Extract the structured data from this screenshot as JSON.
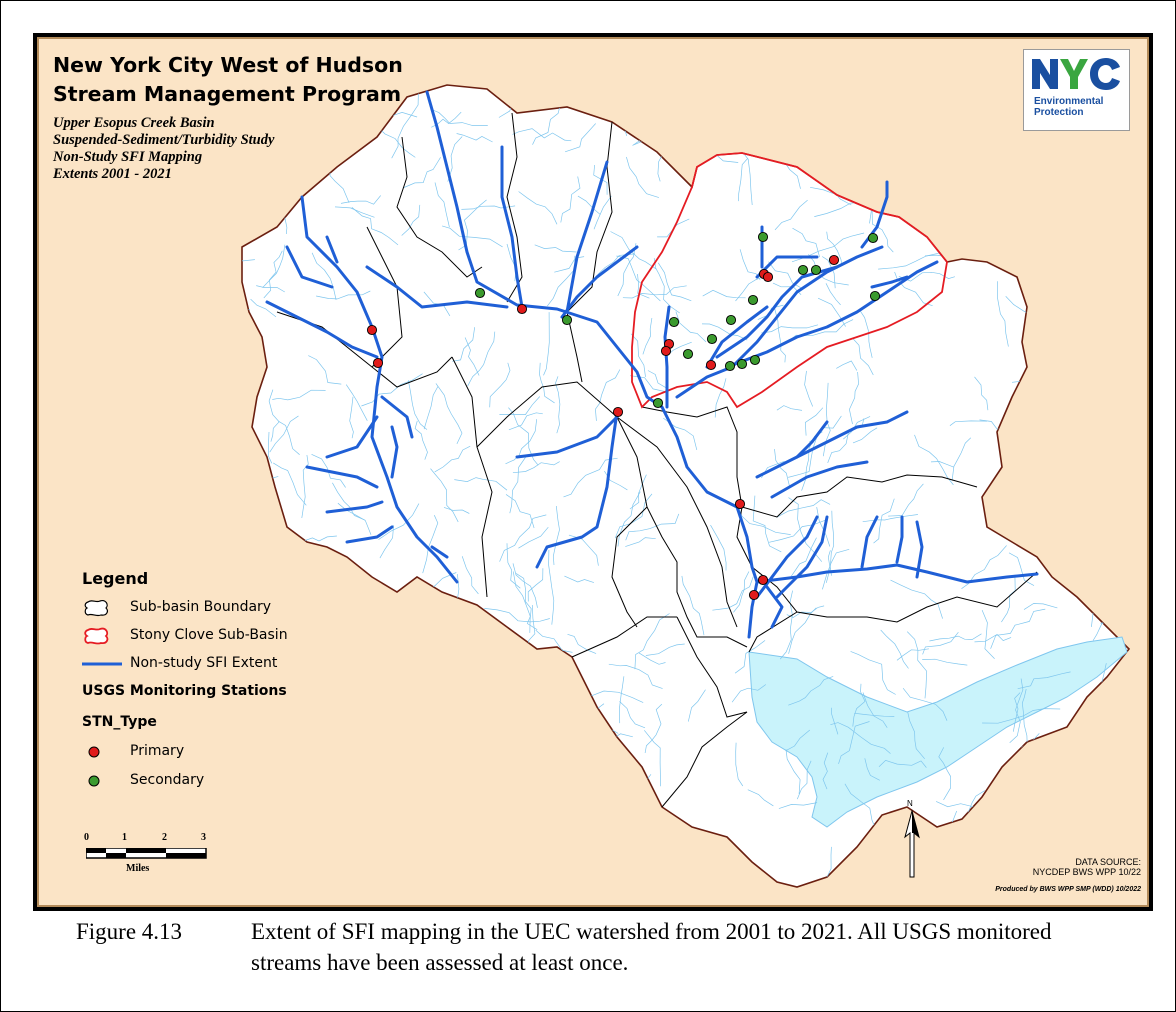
{
  "map": {
    "title_lines": [
      "New York City West of Hudson",
      "Stream Management Program"
    ],
    "subtitle_lines": [
      "Upper Esopus Creek Basin",
      "Suspended-Sediment/Turbidity Study",
      "Non-Study SFI Mapping",
      "Extents 2001 - 2021"
    ],
    "colors": {
      "background": "#fbe4c6",
      "basin_fill": "#ffffff",
      "outer_boundary": "#6b1f10",
      "sub_basin_boundary": "#000000",
      "stony_clove_boundary": "#e51c23",
      "sfi_extent": "#1f5fd6",
      "tributaries": "#7fc6ee",
      "reservoir": "#c9f3fb",
      "primary_station": "#e01b1b",
      "secondary_station": "#3b9a2e"
    }
  },
  "logo": {
    "mark_text": "NYC",
    "lines": [
      "Environmental",
      "Protection"
    ],
    "colors": {
      "blue": "#1a4fa0",
      "green": "#3aa640"
    }
  },
  "legend": {
    "title": "Legend",
    "items": [
      {
        "icon": "sub-basin-boundary-icon",
        "label": "Sub-basin Boundary"
      },
      {
        "icon": "stony-clove-boundary-icon",
        "label": "Stony Clove Sub-Basin"
      },
      {
        "icon": "sfi-extent-line-icon",
        "label": "Non-study SFI Extent"
      }
    ],
    "stations_heading": "USGS Monitoring Stations",
    "type_heading": "STN_Type",
    "station_types": [
      {
        "icon": "primary-station-icon",
        "label": "Primary"
      },
      {
        "icon": "secondary-station-icon",
        "label": "Secondary"
      }
    ]
  },
  "scale": {
    "ticks": [
      "0",
      "1",
      "2",
      "3"
    ],
    "unit": "Miles"
  },
  "north_arrow": {
    "label": "N"
  },
  "source": {
    "lines": [
      "DATA SOURCE:",
      "NYCDEP BWS WPP 10/22"
    ],
    "produced_by": "Produced by BWS WPP SMP (WDD) 10/2022"
  },
  "caption": {
    "label": "Figure 4.13",
    "text": "Extent of SFI mapping in the UEC watershed from 2001 to 2021. All USGS monitored streams have been assessed at least once."
  }
}
